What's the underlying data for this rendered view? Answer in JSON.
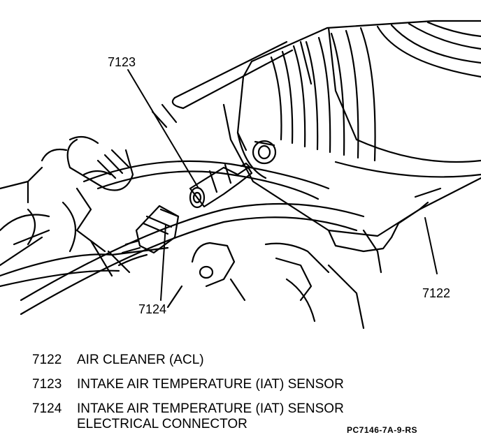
{
  "callouts": [
    {
      "id": "7123",
      "label": "7123"
    },
    {
      "id": "7124",
      "label": "7124"
    },
    {
      "id": "7122",
      "label": "7122"
    }
  ],
  "legend": [
    {
      "number": "7122",
      "description": "AIR CLEANER (ACL)"
    },
    {
      "number": "7123",
      "description": "INTAKE AIR TEMPERATURE (IAT) SENSOR"
    },
    {
      "number": "7124",
      "description": "INTAKE AIR TEMPERATURE (IAT) SENSOR",
      "description_line2": "ELECTRICAL CONNECTOR"
    }
  ],
  "figure_code": "PC7146-7A-9-RS"
}
